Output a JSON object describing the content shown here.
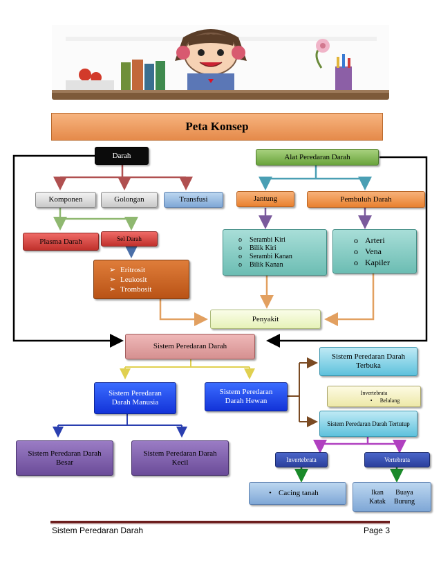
{
  "banner_title": "Peta Konsep",
  "nodes": {
    "darah": "Darah",
    "alat": "Alat Peredaran Darah",
    "komponen": "Komponen",
    "golongan": "Golongan",
    "transfusi": "Transfusi",
    "jantung": "Jantung",
    "pembuluh": "Pembuluh Darah",
    "plasma": "Plasma Darah",
    "sel": "Sel Darah",
    "sel_items": [
      "Eritrosit",
      "Leukosit",
      "Trombosit"
    ],
    "jantung_items": [
      "Serambi Kiri",
      "Bilik Kiri",
      "Serambi Kanan",
      "Bilik Kanan"
    ],
    "pembuluh_items": [
      "Arteri",
      "Vena",
      "Kapiler"
    ],
    "penyakit": "Penyakit",
    "sistem": "Sistem Peredaran Darah",
    "terbuka": "Sistem Peredaran Darah Terbuka",
    "invert_top": "Invertebrata",
    "invert_top_item": "Belalang",
    "tertutup": "Sistem Peredaran Darah Tertutup",
    "manusia": "Sistem Peredaran Darah Manusia",
    "hewan": "Sistem Peredaran Darah Hewan",
    "besar": "Sistem Peredaran Darah Besar",
    "kecil": "Sistem Peredaran Darah Kecil",
    "invert": "Invertebrata",
    "vert": "Vertebrata",
    "cacing": "Cacing tanah",
    "vert_items": [
      "Ikan",
      "Buaya",
      "Katak",
      "Burung"
    ]
  },
  "footer": {
    "left": "Sistem Peredaran Darah",
    "right": "Page 3"
  },
  "colors": {
    "accent_orange": "#e58a4a",
    "footer_rule": "#6b1c1c"
  }
}
